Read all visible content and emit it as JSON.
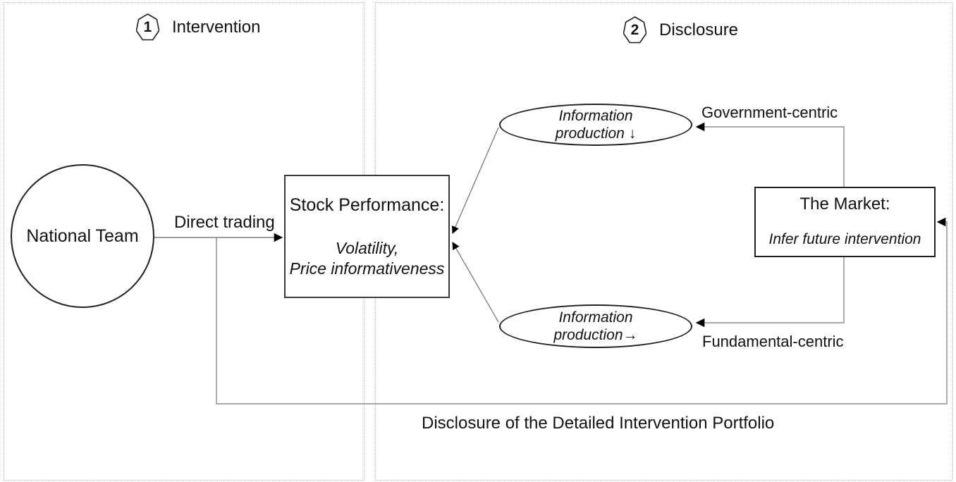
{
  "sections": {
    "intervention": {
      "number": "1",
      "label": "Intervention"
    },
    "disclosure": {
      "number": "2",
      "label": "Disclosure"
    }
  },
  "nodes": {
    "national_team": {
      "label": "National Team"
    },
    "stock_performance": {
      "title": "Stock Performance:",
      "sub_line1": "Volatility,",
      "sub_line2": "Price informativeness"
    },
    "info_production_down": {
      "line1": "Information",
      "line2": "production ↓"
    },
    "info_production_flat": {
      "line1": "Information",
      "line2": "production→"
    },
    "market": {
      "title": "The Market:",
      "subtitle": "Infer future intervention"
    }
  },
  "edge_labels": {
    "direct_trading": "Direct trading",
    "government_centric": "Government-centric",
    "fundamental_centric": "Fundamental-centric",
    "portfolio_disclosure": "Disclosure of the Detailed Intervention Portfolio"
  },
  "colors": {
    "connector_line": "#7f7f7f",
    "arrowhead": "#000000",
    "shape_border": "#1f1f1f",
    "panel_border_dotted": "#b3b3b3",
    "text": "#111111",
    "background": "#ffffff"
  }
}
